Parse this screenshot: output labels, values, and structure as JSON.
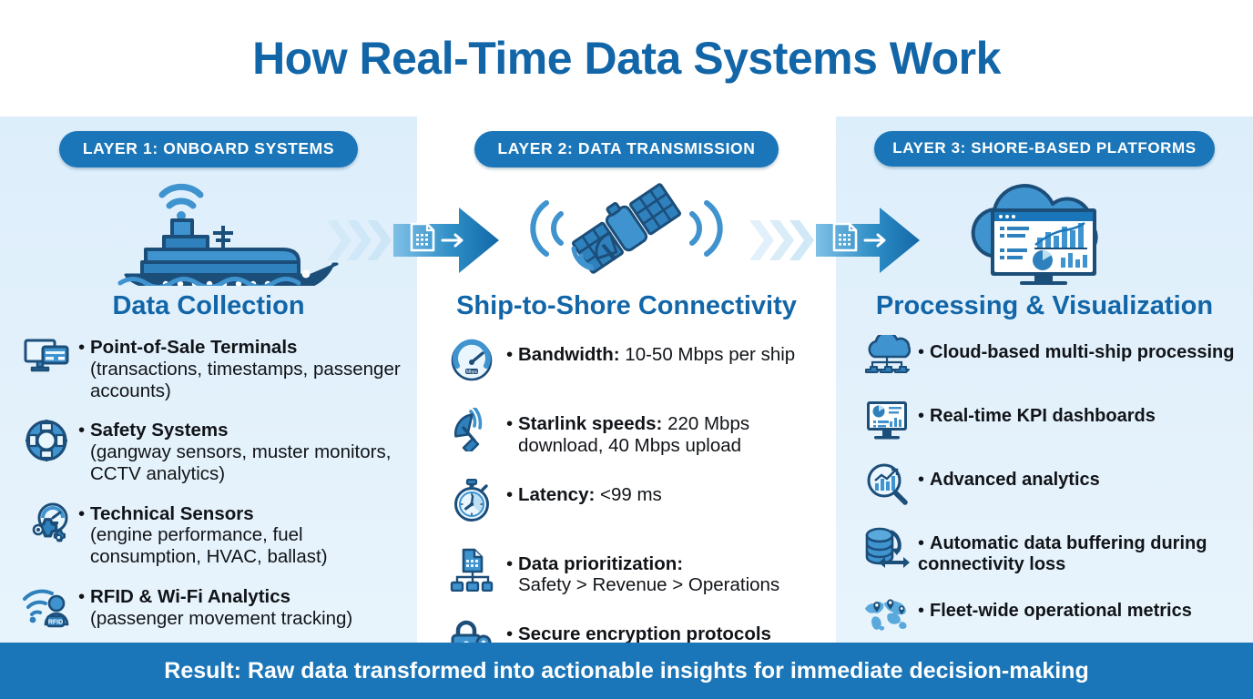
{
  "header": {
    "title": "How Real-Time Data Systems Work"
  },
  "colors": {
    "brand_blue": "#1266a8",
    "pill_blue": "#1a76b8",
    "panel_light": "#e3f1fb",
    "panel_white": "#ffffff",
    "icon_dark": "#1c4e7a",
    "icon_mid": "#3f93cf",
    "footer_blue": "#1a76b8"
  },
  "columns": [
    {
      "pill_label": "LAYER 1: ONBOARD SYSTEMS",
      "hero_icon": "cruise-ship-wifi-icon",
      "heading": "Data Collection",
      "bullets": [
        {
          "icon": "pos-terminal-icon",
          "strong": "Point-of-Sale Terminals",
          "sub": "(transactions, timestamps, passenger accounts)"
        },
        {
          "icon": "life-ring-icon",
          "strong": "Safety Systems",
          "sub": "(gangway sensors, muster monitors, CCTV analytics)"
        },
        {
          "icon": "gears-gauge-icon",
          "strong": "Technical Sensors",
          "sub": "(engine performance, fuel consumption, HVAC, ballast)"
        },
        {
          "icon": "rfid-wifi-person-icon",
          "strong": "RFID & Wi-Fi Analytics",
          "sub": "(passenger movement tracking)"
        }
      ]
    },
    {
      "pill_label": "LAYER 2: DATA TRANSMISSION",
      "hero_icon": "satellite-signal-icon",
      "heading": "Ship-to-Shore Connectivity",
      "bullets": [
        {
          "icon": "speedometer-icon",
          "strong": "Bandwidth:",
          "inline": " 10-50 Mbps per ship",
          "sub": ""
        },
        {
          "icon": "satellite-dish-icon",
          "strong": "Starlink speeds:",
          "inline": " 220 Mbps",
          "sub": "download, 40 Mbps upload"
        },
        {
          "icon": "stopwatch-icon",
          "strong": "Latency:",
          "inline": " <99 ms",
          "sub": ""
        },
        {
          "icon": "data-hierarchy-icon",
          "strong": "Data prioritization:",
          "inline": "",
          "sub": "Safety > Revenue > Operations"
        },
        {
          "icon": "padlock-key-icon",
          "strong": "Secure encryption protocols",
          "inline": "",
          "sub": ""
        }
      ]
    },
    {
      "pill_label": "LAYER 3: SHORE-BASED PLATFORMS",
      "hero_icon": "cloud-dashboard-icon",
      "heading": "Processing & Visualization",
      "bullets": [
        {
          "icon": "cloud-multiship-icon",
          "strong": "Cloud-based multi-ship processing",
          "sub": ""
        },
        {
          "icon": "kpi-dashboard-icon",
          "strong": "Real-time KPI dashboards",
          "sub": ""
        },
        {
          "icon": "analytics-magnifier-icon",
          "strong": "Advanced analytics",
          "sub": ""
        },
        {
          "icon": "database-sync-icon",
          "strong": "Automatic data buffering during connectivity loss",
          "sub": ""
        },
        {
          "icon": "world-map-pins-icon",
          "strong": "Fleet-wide operational metrics",
          "sub": ""
        }
      ]
    }
  ],
  "flow_arrows": [
    {
      "name": "flow-arrow-1",
      "glyph": "document-transfer-arrow"
    },
    {
      "name": "flow-arrow-2",
      "glyph": "document-transfer-arrow"
    }
  ],
  "footer": {
    "text": "Result: Raw data transformed into actionable insights for immediate decision-making"
  }
}
